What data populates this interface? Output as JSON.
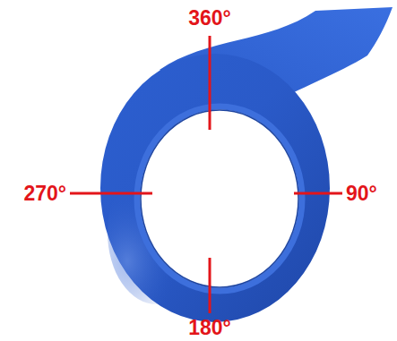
{
  "diagram": {
    "labels": [
      "360°",
      "270°",
      "90°",
      "180°"
    ]
  }
}
